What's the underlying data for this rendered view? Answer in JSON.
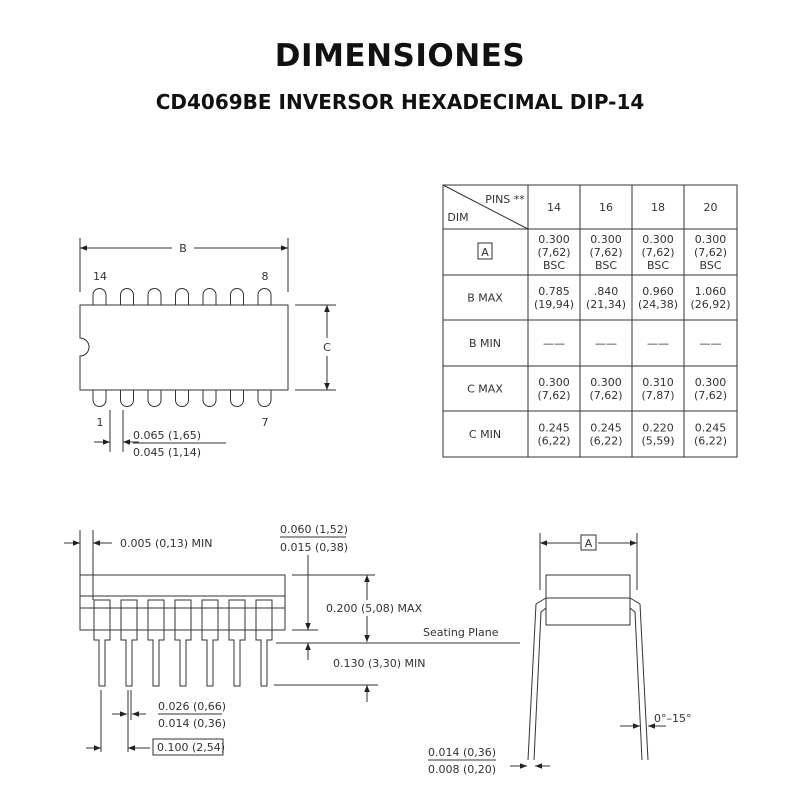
{
  "header": {
    "title": "DIMENSIONES",
    "subtitle": "CD4069BE INVERSOR HEXADECIMAL DIP-14"
  },
  "top_view": {
    "dim_b": "B",
    "dim_c": "C",
    "pin_14": "14",
    "pin_8": "8",
    "pin_1": "1",
    "pin_7": "7",
    "pin_width_max": "0.065 (1,65)",
    "pin_width_min": "0.045 (1,14)"
  },
  "table": {
    "header_pins": "PINS **",
    "header_dim": "DIM",
    "columns": [
      "14",
      "16",
      "18",
      "20"
    ],
    "rows": [
      {
        "label": "A",
        "boxed": true,
        "cells": [
          [
            "0.300",
            "(7,62)",
            "BSC"
          ],
          [
            "0.300",
            "(7,62)",
            "BSC"
          ],
          [
            "0.300",
            "(7,62)",
            "BSC"
          ],
          [
            "0.300",
            "(7,62)",
            "BSC"
          ]
        ]
      },
      {
        "label": "B   MAX",
        "cells": [
          [
            "0.785",
            "(19,94)"
          ],
          [
            ".840",
            "(21,34)"
          ],
          [
            "0.960",
            "(24,38)"
          ],
          [
            "1.060",
            "(26,92)"
          ]
        ]
      },
      {
        "label": "B   MIN",
        "cells": [
          [
            "——"
          ],
          [
            "——"
          ],
          [
            "——"
          ],
          [
            "——"
          ]
        ]
      },
      {
        "label": "C   MAX",
        "cells": [
          [
            "0.300",
            "(7,62)"
          ],
          [
            "0.300",
            "(7,62)"
          ],
          [
            "0.310",
            "(7,87)"
          ],
          [
            "0.300",
            "(7,62)"
          ]
        ]
      },
      {
        "label": "C   MIN",
        "cells": [
          [
            "0.245",
            "(6,22)"
          ],
          [
            "0.245",
            "(6,22)"
          ],
          [
            "0.220",
            "(5,59)"
          ],
          [
            "0.245",
            "(6,22)"
          ]
        ]
      }
    ]
  },
  "side_view": {
    "offset_min": "0.005 (0,13) MIN",
    "shoulder_max": "0.060 (1,52)",
    "shoulder_min": "0.015 (0,38)",
    "height_max": "0.200 (5,08) MAX",
    "seating_plane": "Seating Plane",
    "lead_length_min": "0.130 (3,30) MIN",
    "lead_width_max": "0.026 (0,66)",
    "lead_width_min": "0.014 (0,36)",
    "pitch": "0.100 (2,54)"
  },
  "end_view": {
    "dim_a": "A",
    "angle": "0°–15°",
    "lead_thickness_max": "0.014 (0,36)",
    "lead_thickness_min": "0.008 (0,20)"
  }
}
